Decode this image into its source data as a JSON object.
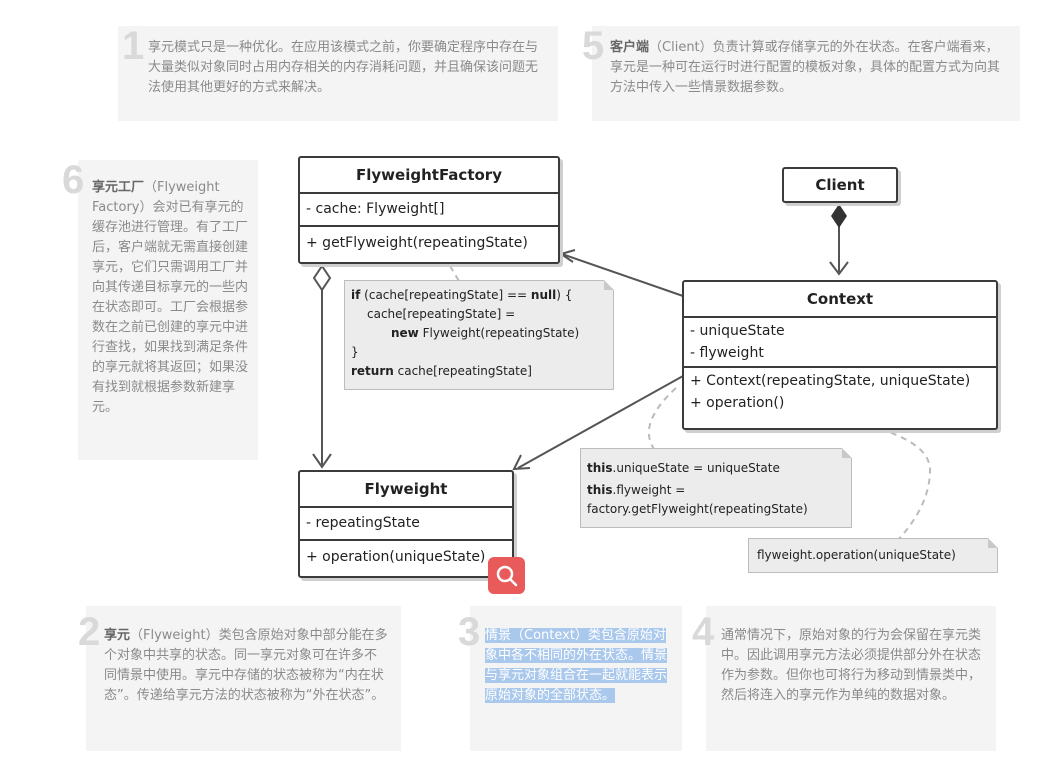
{
  "notes": {
    "n1": {
      "num": "1",
      "text": "享元模式只是一种优化。在应用该模式之前，你要确定程序中存在与大量类似对象同时占用内存相关的内存消耗问题，并且确保该问题无法使用其他更好的方式来解决。"
    },
    "n5": {
      "num": "5",
      "bold": "客户端",
      "text": "（Client）负责计算或存储享元的外在状态。在客户端看来，享元是一种可在运行时进行配置的模板对象，具体的配置方式为向其方法中传入一些情景数据参数。"
    },
    "n6": {
      "num": "6",
      "bold": "享元工厂",
      "text": "（Flyweight Factory）会对已有享元的缓存池进行管理。有了工厂后，客户端就无需直接创建享元，它们只需调用工厂并向其传递目标享元的一些内在状态即可。工厂会根据参数在之前已创建的享元中进行查找，如果找到满足条件的享元就将其返回；如果没有找到就根据参数新建享元。"
    },
    "n2": {
      "num": "2",
      "bold": "享元",
      "text": "（Flyweight）类包含原始对象中部分能在多个对象中共享的状态。同一享元对象可在许多不同情景中使用。享元中存储的状态被称为“内在状态”。传递给享元方法的状态被称为“外在状态”。"
    },
    "n3": {
      "num": "3",
      "text": "情景（Context）类包含原始对象中各不相同的外在状态。情景与享元对象组合在一起就能表示原始对象的全部状态。"
    },
    "n4": {
      "num": "4",
      "text": "通常情况下，原始对象的行为会保留在享元类中。因此调用享元方法必须提供部分外在状态作为参数。但你也可将行为移动到情景类中，然后将连入的享元作为单纯的数据对象。"
    }
  },
  "classes": {
    "factory": {
      "name": "FlyweightFactory",
      "field": "- cache: Flyweight[]",
      "method": "+ getFlyweight(repeatingState)"
    },
    "client": {
      "name": "Client"
    },
    "context": {
      "name": "Context",
      "fields": [
        "- uniqueState",
        "- flyweight"
      ],
      "methods": [
        "+ Context(repeatingState, uniqueState)",
        "+ operation()"
      ]
    },
    "flyweight": {
      "name": "Flyweight",
      "field": "- repeatingState",
      "method": "+ operation(uniqueState)"
    }
  },
  "code_notes": {
    "factory_code": {
      "kw_if": "if",
      "l1a": " (cache[repeatingState] == ",
      "kw_null": "null",
      "l1b": ") {",
      "l2": "cache[repeatingState] =",
      "kw_new": "new",
      "l3": " Flyweight(repeatingState)",
      "l4": "}",
      "kw_return": "return",
      "l5": " cache[repeatingState]"
    },
    "context_code": {
      "kw_this1": "this",
      "l1": ".uniqueState = uniqueState",
      "kw_this2": "this",
      "l2": ".flyweight =",
      "l3": "factory.getFlyweight(repeatingState)"
    },
    "operation_code": {
      "l1": "flyweight.operation(uniqueState)"
    }
  },
  "toolbar": {
    "icon": "search-icon",
    "color": "#e95a5a"
  }
}
